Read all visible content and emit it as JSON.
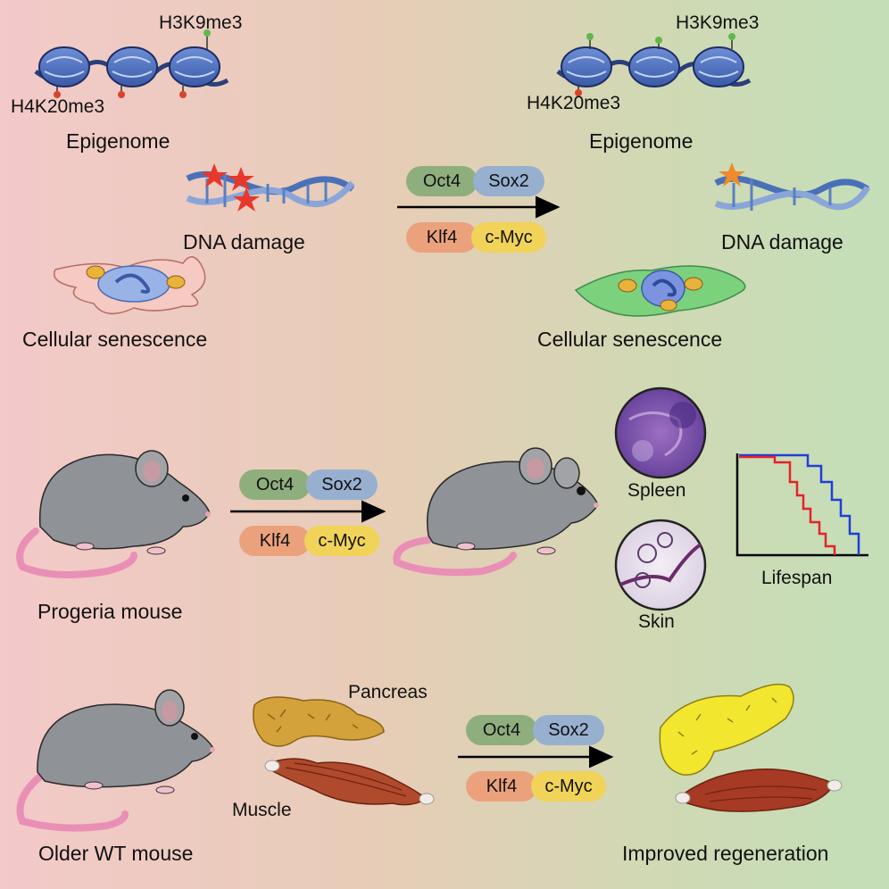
{
  "colors": {
    "oct4": "#8fae7e",
    "sox2": "#97b0d0",
    "klf4": "#eba27c",
    "cmyc": "#f1d35a",
    "h3k9me3_mark": "#5fb84a",
    "h4k20me3_mark": "#d9432c",
    "lifespan_treated": "#1f3fd8",
    "lifespan_control": "#e4232a"
  },
  "factors": {
    "oct4": "Oct4",
    "sox2": "Sox2",
    "klf4": "Klf4",
    "cmyc": "c-Myc"
  },
  "top": {
    "left": {
      "h3k9me3": "H3K9me3",
      "h4k20me3": "H4K20me3",
      "epigenome": "Epigenome",
      "dna_damage": "DNA damage",
      "senescence": "Cellular senescence"
    },
    "right": {
      "h3k9me3": "H3K9me3",
      "h4k20me3": "H4K20me3",
      "epigenome": "Epigenome",
      "dna_damage": "DNA damage",
      "senescence": "Cellular senescence"
    }
  },
  "middle": {
    "progeria_mouse": "Progeria mouse",
    "spleen": "Spleen",
    "skin": "Skin",
    "lifespan": "Lifespan"
  },
  "bottom": {
    "older_mouse": "Older WT mouse",
    "pancreas": "Pancreas",
    "muscle": "Muscle",
    "improved": "Improved regeneration"
  }
}
